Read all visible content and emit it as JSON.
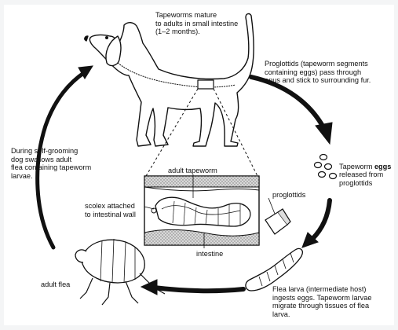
{
  "labels": {
    "small_intestine": "Tapeworms mature\nto adults in small intestine\n(1–2 months).",
    "proglottids_pass": "Proglottids (tapeworm segments\ncontaining eggs) pass through\nanus and stick to surrounding fur.",
    "eggs_prefix": "Tapeworm ",
    "eggs_bold": "eggs",
    "eggs_suffix": "\nreleased from\nproglottids",
    "self_grooming": "During self-grooming\ndog swallows adult\nflea containing tapeworm\nlarvae.",
    "adult_tapeworm": "adult tapeworm",
    "scolex": "scolex attached\nto intestinal wall",
    "proglottids": "proglottids",
    "intestine": "intestine",
    "adult_flea": "adult flea",
    "flea_larva": "Flea larva (intermediate host)\ningests eggs.  Tapeworm larvae\nmigrate through tissues of flea\nlarva."
  },
  "colors": {
    "ink": "#111111",
    "background": "#ffffff",
    "margin": "#f4f5f6"
  }
}
